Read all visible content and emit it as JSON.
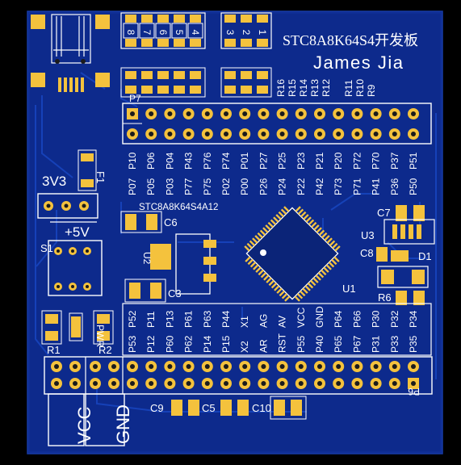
{
  "board": {
    "title": "STC8A8K64S4开发板",
    "author": "James Jia",
    "mcu_label": "STC8A8K64S4A12"
  },
  "colors": {
    "pcb": "#0d2a8c",
    "pcb_dark": "#0a2272",
    "trace": "#1740b8",
    "silk": "#ffffff",
    "pad": "#f4c23d",
    "pad_dark": "#b08318",
    "hole": "#1b1b1b",
    "bg": "#000000"
  },
  "resistor_labels_top": [
    "R16",
    "R15",
    "R14",
    "R13",
    "R12",
    "R11",
    "R10",
    "R9"
  ],
  "led_numbers_left": [
    "8",
    "7",
    "6",
    "5",
    "4"
  ],
  "led_numbers_right": [
    "3",
    "2",
    "1"
  ],
  "header_top_labels": {
    "ref": "P7",
    "row1": [
      "P10",
      "P06",
      "P04",
      "P43",
      "P76",
      "P74",
      "P01",
      "P27",
      "P25",
      "P23",
      "P21",
      "P20",
      "P72",
      "P70",
      "P37",
      "P51"
    ],
    "row2": [
      "P07",
      "P05",
      "P03",
      "P77",
      "P75",
      "P02",
      "P00",
      "P26",
      "P24",
      "P22",
      "P42",
      "P73",
      "P71",
      "P41",
      "P36",
      "P50"
    ]
  },
  "header_bottom_labels": {
    "ref": "P6",
    "row1": [
      "P52",
      "P11",
      "P13",
      "P61",
      "P63",
      "P44",
      "X1",
      "AG",
      "AV",
      "VCC",
      "GND",
      "P64",
      "P66",
      "P30",
      "P32",
      "P34"
    ],
    "row2": [
      "P53",
      "P12",
      "P60",
      "P62",
      "P14",
      "P15",
      "X2",
      "AR",
      "RST",
      "P55",
      "P40",
      "P65",
      "P67",
      "P31",
      "P33",
      "P35"
    ]
  },
  "component_labels": {
    "f1": "F1",
    "v33": "3V3",
    "v5": "+5V",
    "s1": "S1",
    "c6": "C6",
    "c3": "C3",
    "u2": "U2",
    "u1": "U1",
    "u3": "U3",
    "c7": "C7",
    "c8": "C8",
    "d1": "D1",
    "r6": "R6",
    "r1": "R1",
    "r2": "R2",
    "pwr": "PWR",
    "c9": "C9",
    "c5": "C5",
    "c10": "C10",
    "vcc": "VCC",
    "gnd": "GND"
  }
}
